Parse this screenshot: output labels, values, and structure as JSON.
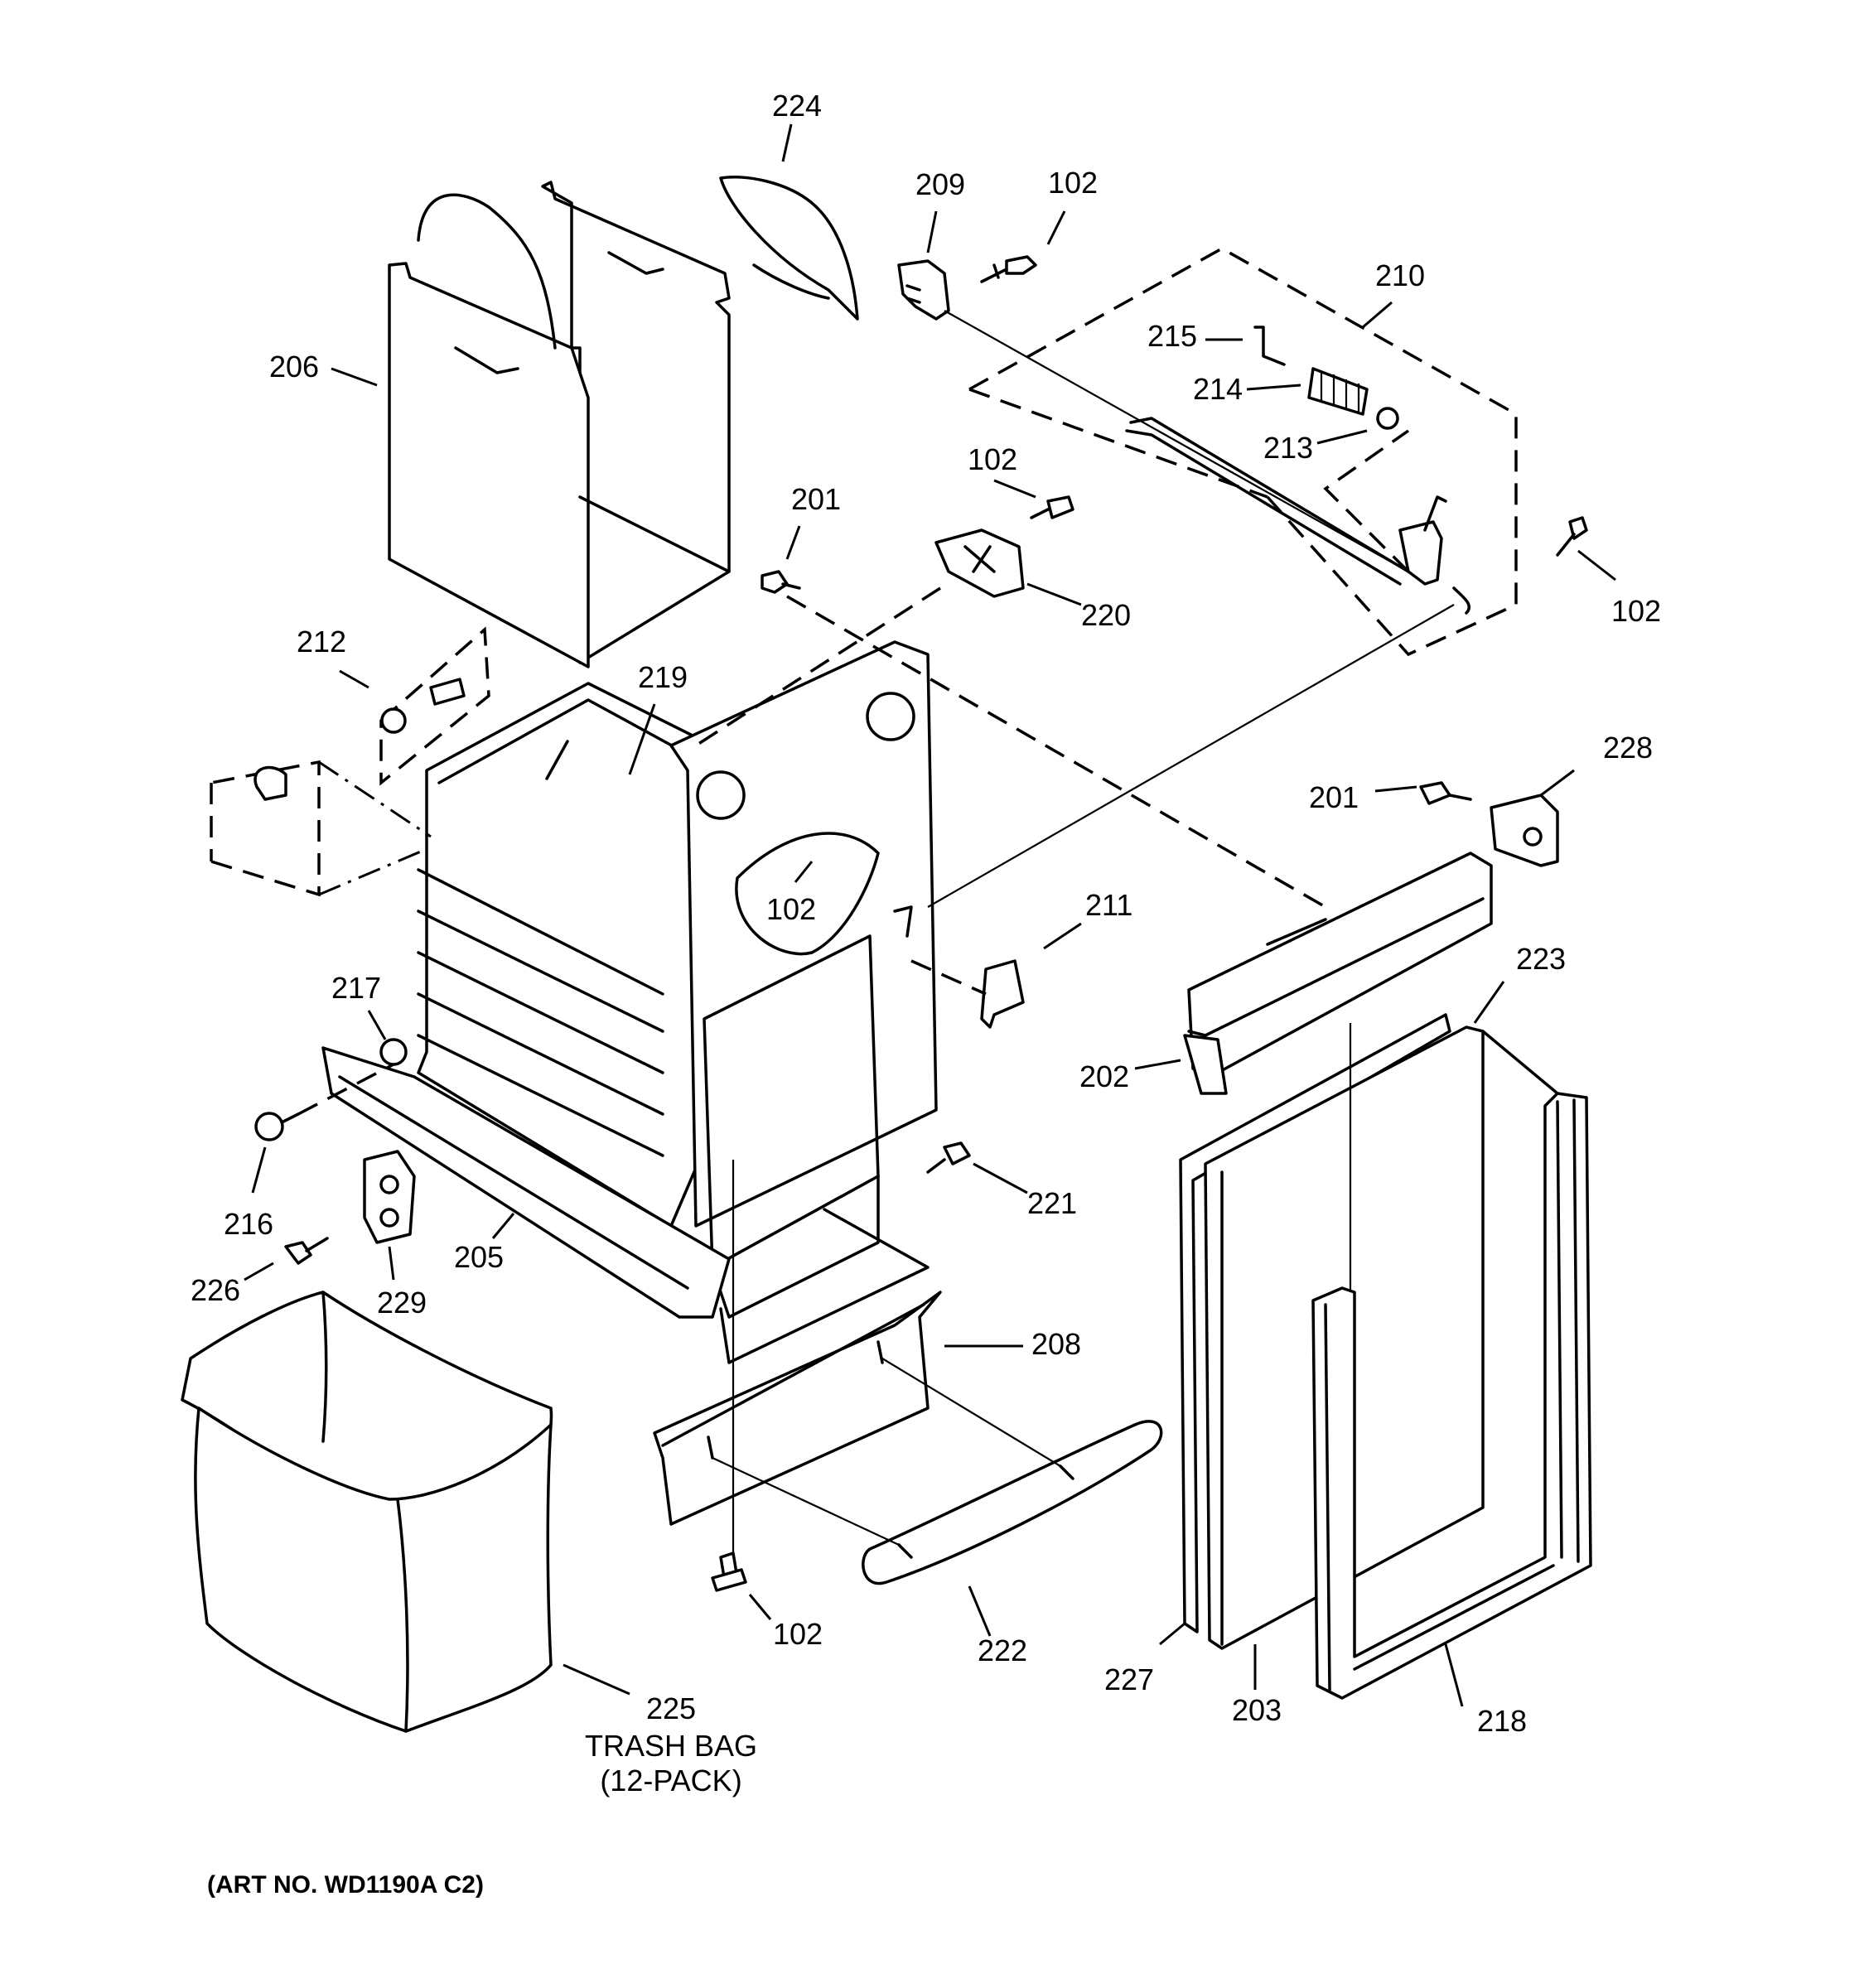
{
  "parts": [
    {
      "id": "p224",
      "number": "224"
    },
    {
      "id": "p209",
      "number": "209"
    },
    {
      "id": "p102a",
      "number": "102"
    },
    {
      "id": "p210",
      "number": "210"
    },
    {
      "id": "p206",
      "number": "206"
    },
    {
      "id": "p215",
      "number": "215"
    },
    {
      "id": "p214",
      "number": "214"
    },
    {
      "id": "p213",
      "number": "213"
    },
    {
      "id": "p102b",
      "number": "102"
    },
    {
      "id": "p201a",
      "number": "201"
    },
    {
      "id": "p220",
      "number": "220"
    },
    {
      "id": "p102c",
      "number": "102"
    },
    {
      "id": "p212",
      "number": "212"
    },
    {
      "id": "p219",
      "number": "219"
    },
    {
      "id": "p228",
      "number": "228"
    },
    {
      "id": "p201b",
      "number": "201"
    },
    {
      "id": "p102d",
      "number": "102"
    },
    {
      "id": "p211",
      "number": "211"
    },
    {
      "id": "p223",
      "number": "223"
    },
    {
      "id": "p217",
      "number": "217"
    },
    {
      "id": "p202",
      "number": "202"
    },
    {
      "id": "p221",
      "number": "221"
    },
    {
      "id": "p216",
      "number": "216"
    },
    {
      "id": "p205",
      "number": "205"
    },
    {
      "id": "p226",
      "number": "226"
    },
    {
      "id": "p229",
      "number": "229"
    },
    {
      "id": "p208",
      "number": "208"
    },
    {
      "id": "p102e",
      "number": "102"
    },
    {
      "id": "p222",
      "number": "222"
    },
    {
      "id": "p227",
      "number": "227"
    },
    {
      "id": "p203",
      "number": "203"
    },
    {
      "id": "p218",
      "number": "218"
    },
    {
      "id": "p225",
      "number": "225"
    }
  ],
  "notes": {
    "trash_bag_line1": "TRASH BAG",
    "trash_bag_line2": "(12-PACK)"
  },
  "art_number": "(ART NO. WD1190A C2)"
}
